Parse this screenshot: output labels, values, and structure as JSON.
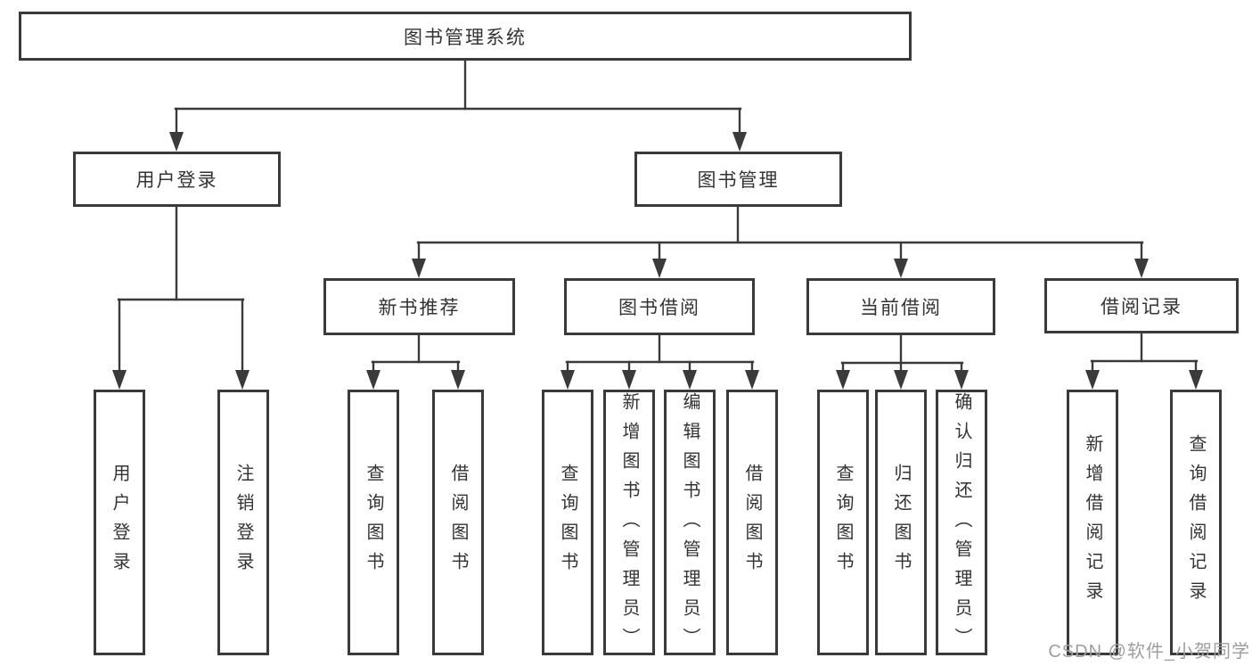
{
  "tree": {
    "label": "图书管理系统",
    "children": [
      {
        "label": "用户登录",
        "children": [
          {
            "label": "用户登录"
          },
          {
            "label": "注销登录"
          }
        ]
      },
      {
        "label": "图书管理",
        "children": [
          {
            "label": "新书推荐",
            "children": [
              {
                "label": "查询图书"
              },
              {
                "label": "借阅图书"
              }
            ]
          },
          {
            "label": "图书借阅",
            "children": [
              {
                "label": "查询图书"
              },
              {
                "label": "新增图书（管理员）"
              },
              {
                "label": "编辑图书（管理员）"
              },
              {
                "label": "借阅图书"
              }
            ]
          },
          {
            "label": "当前借阅",
            "children": [
              {
                "label": "查询图书"
              },
              {
                "label": "归还图书"
              },
              {
                "label": "确认归还（管理员）"
              }
            ]
          },
          {
            "label": "借阅记录",
            "children": [
              {
                "label": "新增借阅记录"
              },
              {
                "label": "查询借阅记录"
              }
            ]
          }
        ]
      }
    ]
  },
  "watermark": {
    "text": "CSDN @软件_小贺同学"
  },
  "colors": {
    "line": "#3a3a3a",
    "text": "#333333",
    "watermark_text": "#9e9e9e",
    "background": "#ffffff"
  }
}
